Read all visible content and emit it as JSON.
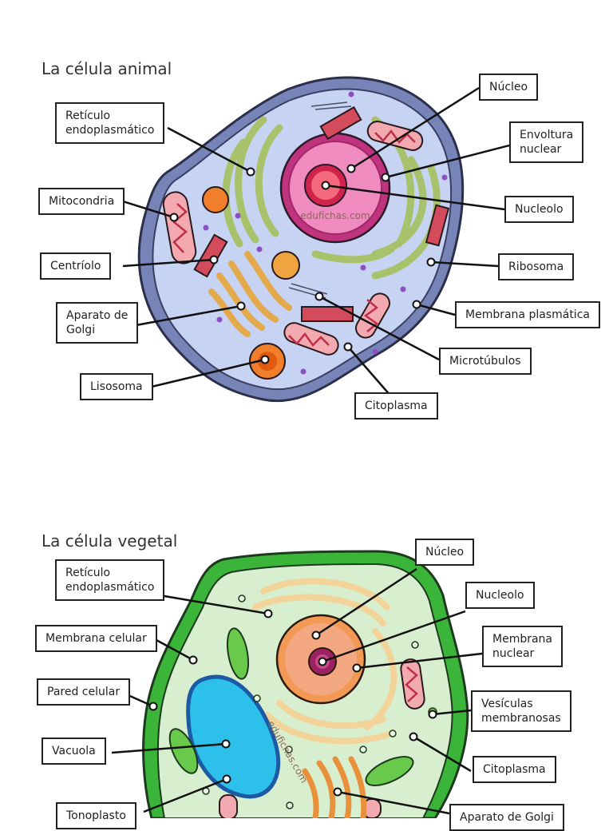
{
  "animal": {
    "title": "La célula animal",
    "watermark": "edufichas.com",
    "labels": {
      "nucleo": "Núcleo",
      "reticulo": "Retículo\nendoplasmático",
      "envoltura": "Envoltura\nnuclear",
      "mitocondria": "Mitocondria",
      "nucleolo": "Nucleolo",
      "centriolo": "Centríolo",
      "ribosoma": "Ribosoma",
      "golgi": "Aparato de\nGolgi",
      "membrana": "Membrana plasmática",
      "microtubulos": "Microtúbulos",
      "lisosoma": "Lisosoma",
      "citoplasma": "Citoplasma"
    }
  },
  "vegetal": {
    "title": "La célula vegetal",
    "watermark": "edufichas.com",
    "labels": {
      "nucleo": "Núcleo",
      "reticulo": "Retículo\nendoplasmático",
      "nucleolo": "Nucleolo",
      "membrana_celular": "Membrana celular",
      "membrana_nuclear": "Membrana\nnuclear",
      "pared": "Pared celular",
      "vesiculas": "Vesículas\nmembranosas",
      "vacuola": "Vacuola",
      "citoplasma": "Citoplasma",
      "tonoplasto": "Tonoplasto",
      "golgi": "Aparato de Golgi"
    }
  },
  "colors": {
    "animal_membrane": "#5b6aa6",
    "animal_cytoplasm": "#c7d3f2",
    "animal_nucleus": "#f08bc0",
    "plant_wall": "#3ab53a",
    "plant_cytoplasm": "#d7efcf",
    "plant_vacuole": "#2cc0ea",
    "plant_nucleus": "#f4a882"
  }
}
